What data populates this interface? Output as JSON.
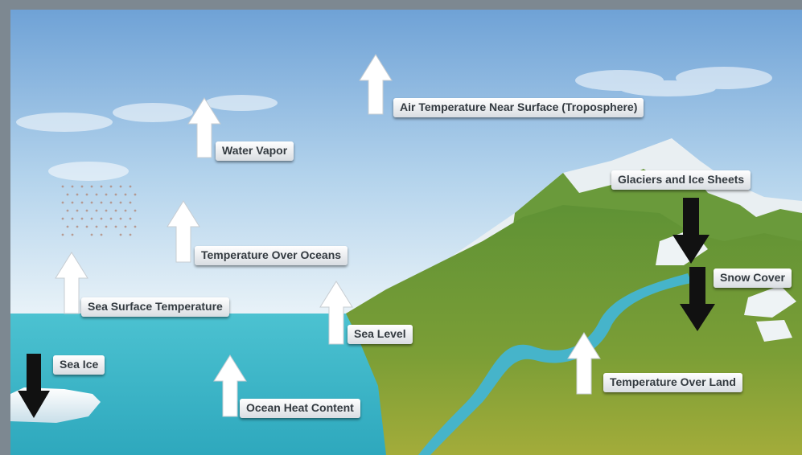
{
  "diagram": {
    "colors": {
      "frame": "#7d8891",
      "sky_top": "#6fa4d8",
      "sky_bottom": "#e6f1f8",
      "ocean": "#3eb7c8",
      "land_dark": "#5c8e33",
      "land_light": "#9aab3a",
      "river": "#42b2c9",
      "snow": "#f4f7f8",
      "arrow_up": "#ffffff",
      "arrow_down": "#111111"
    },
    "indicators": [
      {
        "id": "air-temperature",
        "label": "Air Temperature Near Surface (Troposphere)",
        "direction": "up"
      },
      {
        "id": "water-vapor",
        "label": "Water Vapor",
        "direction": "up"
      },
      {
        "id": "temperature-over-oceans",
        "label": "Temperature Over Oceans",
        "direction": "up"
      },
      {
        "id": "sea-surface-temperature",
        "label": "Sea Surface Temperature",
        "direction": "up"
      },
      {
        "id": "sea-level",
        "label": "Sea Level",
        "direction": "up"
      },
      {
        "id": "sea-ice",
        "label": "Sea Ice",
        "direction": "down"
      },
      {
        "id": "ocean-heat-content",
        "label": "Ocean Heat Content",
        "direction": "up"
      },
      {
        "id": "glaciers-and-ice-sheets",
        "label": "Glaciers and Ice Sheets",
        "direction": "down"
      },
      {
        "id": "snow-cover",
        "label": "Snow Cover",
        "direction": "down"
      },
      {
        "id": "temperature-over-land",
        "label": "Temperature Over Land",
        "direction": "up"
      }
    ]
  }
}
